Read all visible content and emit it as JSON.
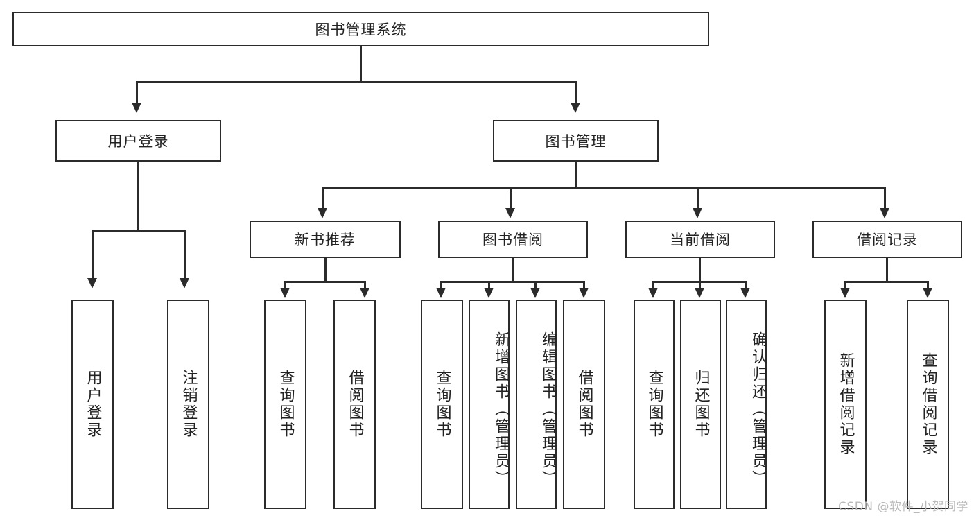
{
  "diagram": {
    "type": "tree",
    "title": "图书管理系统",
    "root": {
      "label": "图书管理系统"
    },
    "level2": [
      {
        "label": "用户登录"
      },
      {
        "label": "图书管理"
      }
    ],
    "level3": [
      {
        "label": "新书推荐"
      },
      {
        "label": "图书借阅"
      },
      {
        "label": "当前借阅"
      },
      {
        "label": "借阅记录"
      }
    ],
    "leaves": {
      "user_login": [
        {
          "label": "用户登录"
        },
        {
          "label": "注销登录"
        }
      ],
      "new_book_recommend": [
        {
          "label": "查询图书"
        },
        {
          "label": "借阅图书"
        }
      ],
      "book_borrow": [
        {
          "label": "查询图书"
        },
        {
          "label": "新增图书（管理员）"
        },
        {
          "label": "编辑图书（管理员）"
        },
        {
          "label": "借阅图书"
        }
      ],
      "current_borrow": [
        {
          "label": "查询图书"
        },
        {
          "label": "归还图书"
        },
        {
          "label": "确认归还（管理员）"
        }
      ],
      "borrow_record": [
        {
          "label": "新增借阅记录"
        },
        {
          "label": "查询借阅记录"
        }
      ]
    }
  },
  "watermark": {
    "text": "CSDN @软件_小贺同学"
  },
  "colors": {
    "stroke": "#2b2b2b",
    "text": "#222222",
    "background": "#ffffff",
    "watermark": "#b9b9b9"
  }
}
